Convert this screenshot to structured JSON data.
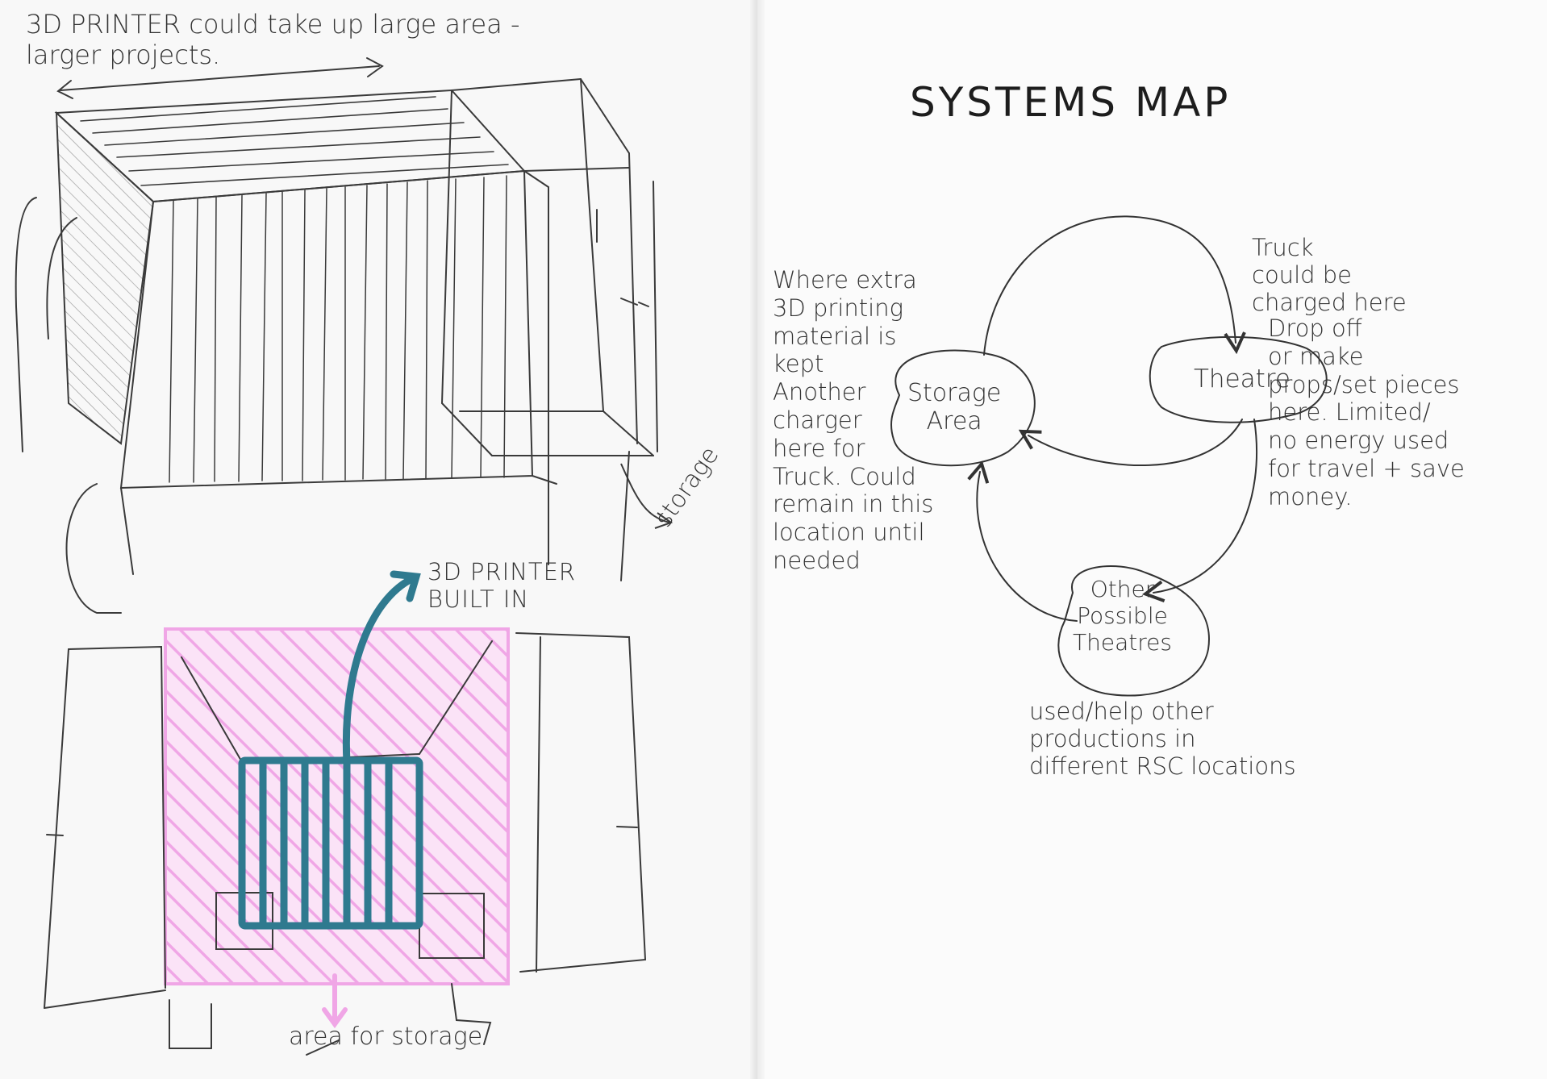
{
  "left_page": {
    "note_top": "3D PRINTER could take up large area -\nlarger projects.",
    "storage_label": "storage",
    "printer_label": "3D PRINTER\nBUILT IN",
    "area_storage_label": "area for storage"
  },
  "systems_map": {
    "title": "SYSTEMS MAP",
    "nodes": {
      "storage": "Storage\nArea",
      "theatre": "Theatre",
      "other": "Other\nPossible\nTheatres"
    },
    "notes": {
      "storage_note": "Where extra\n3D printing\nmaterial is\nkept\nAnother\ncharger\nhere for\nTruck. Could\nremain in this\nlocation until\nneeded",
      "truck_note": "Truck\ncould be\ncharged here",
      "theatre_note": "Drop off\nor make\nprops/set pieces\nhere. Limited/\nno energy used\nfor travel + save\nmoney.",
      "other_note": "used/help other\nproductions in\ndifferent RSC locations"
    }
  },
  "colors": {
    "ink": "#2b2b2b",
    "highlight_pink": "#f3b6ea",
    "printer_teal": "#2f7a8f"
  }
}
